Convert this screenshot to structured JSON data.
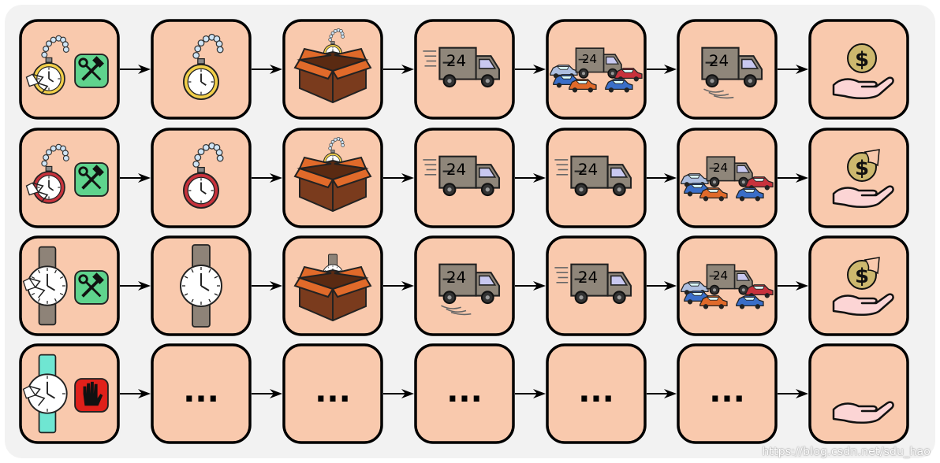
{
  "watermark": "https://blog.csdn.net/sdu_hao",
  "ellipsis": "...",
  "truck_number": "24",
  "colors": {
    "tile_fill": "#f9c9ad",
    "repair_badge": "#5fd38d",
    "stop_badge": "#e0201a",
    "pocket_watch_gold": "#f2cf4a",
    "pocket_watch_red": "#c8323c",
    "watch_strap_brown": "#8e8378",
    "watch_strap_teal": "#6fe6d2",
    "box_brown": "#7a3b1d",
    "truck_gray": "#8f867a",
    "coin_gold": "#cdb86e"
  },
  "rows": [
    {
      "product": "gold pocket watch",
      "steps": [
        "broken-gold-pocket-watch + repair-icon",
        "gold-pocket-watch",
        "box-with-pocket-watch",
        "fast-delivery-truck",
        "truck-in-traffic-jam",
        "skidding-truck",
        "hand-with-coin"
      ]
    },
    {
      "product": "red pocket watch",
      "steps": [
        "broken-red-pocket-watch + repair-icon",
        "red-pocket-watch",
        "box-with-pocket-watch",
        "fast-delivery-truck",
        "fast-delivery-truck",
        "truck-in-traffic-jam",
        "hand-with-bitten-coin"
      ]
    },
    {
      "product": "wristwatch",
      "steps": [
        "broken-wristwatch + repair-icon",
        "wristwatch",
        "box-with-wristwatch",
        "skidding-truck",
        "fast-delivery-truck",
        "truck-in-traffic-jam",
        "hand-with-bitten-coin"
      ]
    },
    {
      "product": "teal wristwatch",
      "steps": [
        "broken-teal-wristwatch + stop-icon",
        "...",
        "...",
        "...",
        "...",
        "...",
        "empty-hand"
      ]
    }
  ]
}
